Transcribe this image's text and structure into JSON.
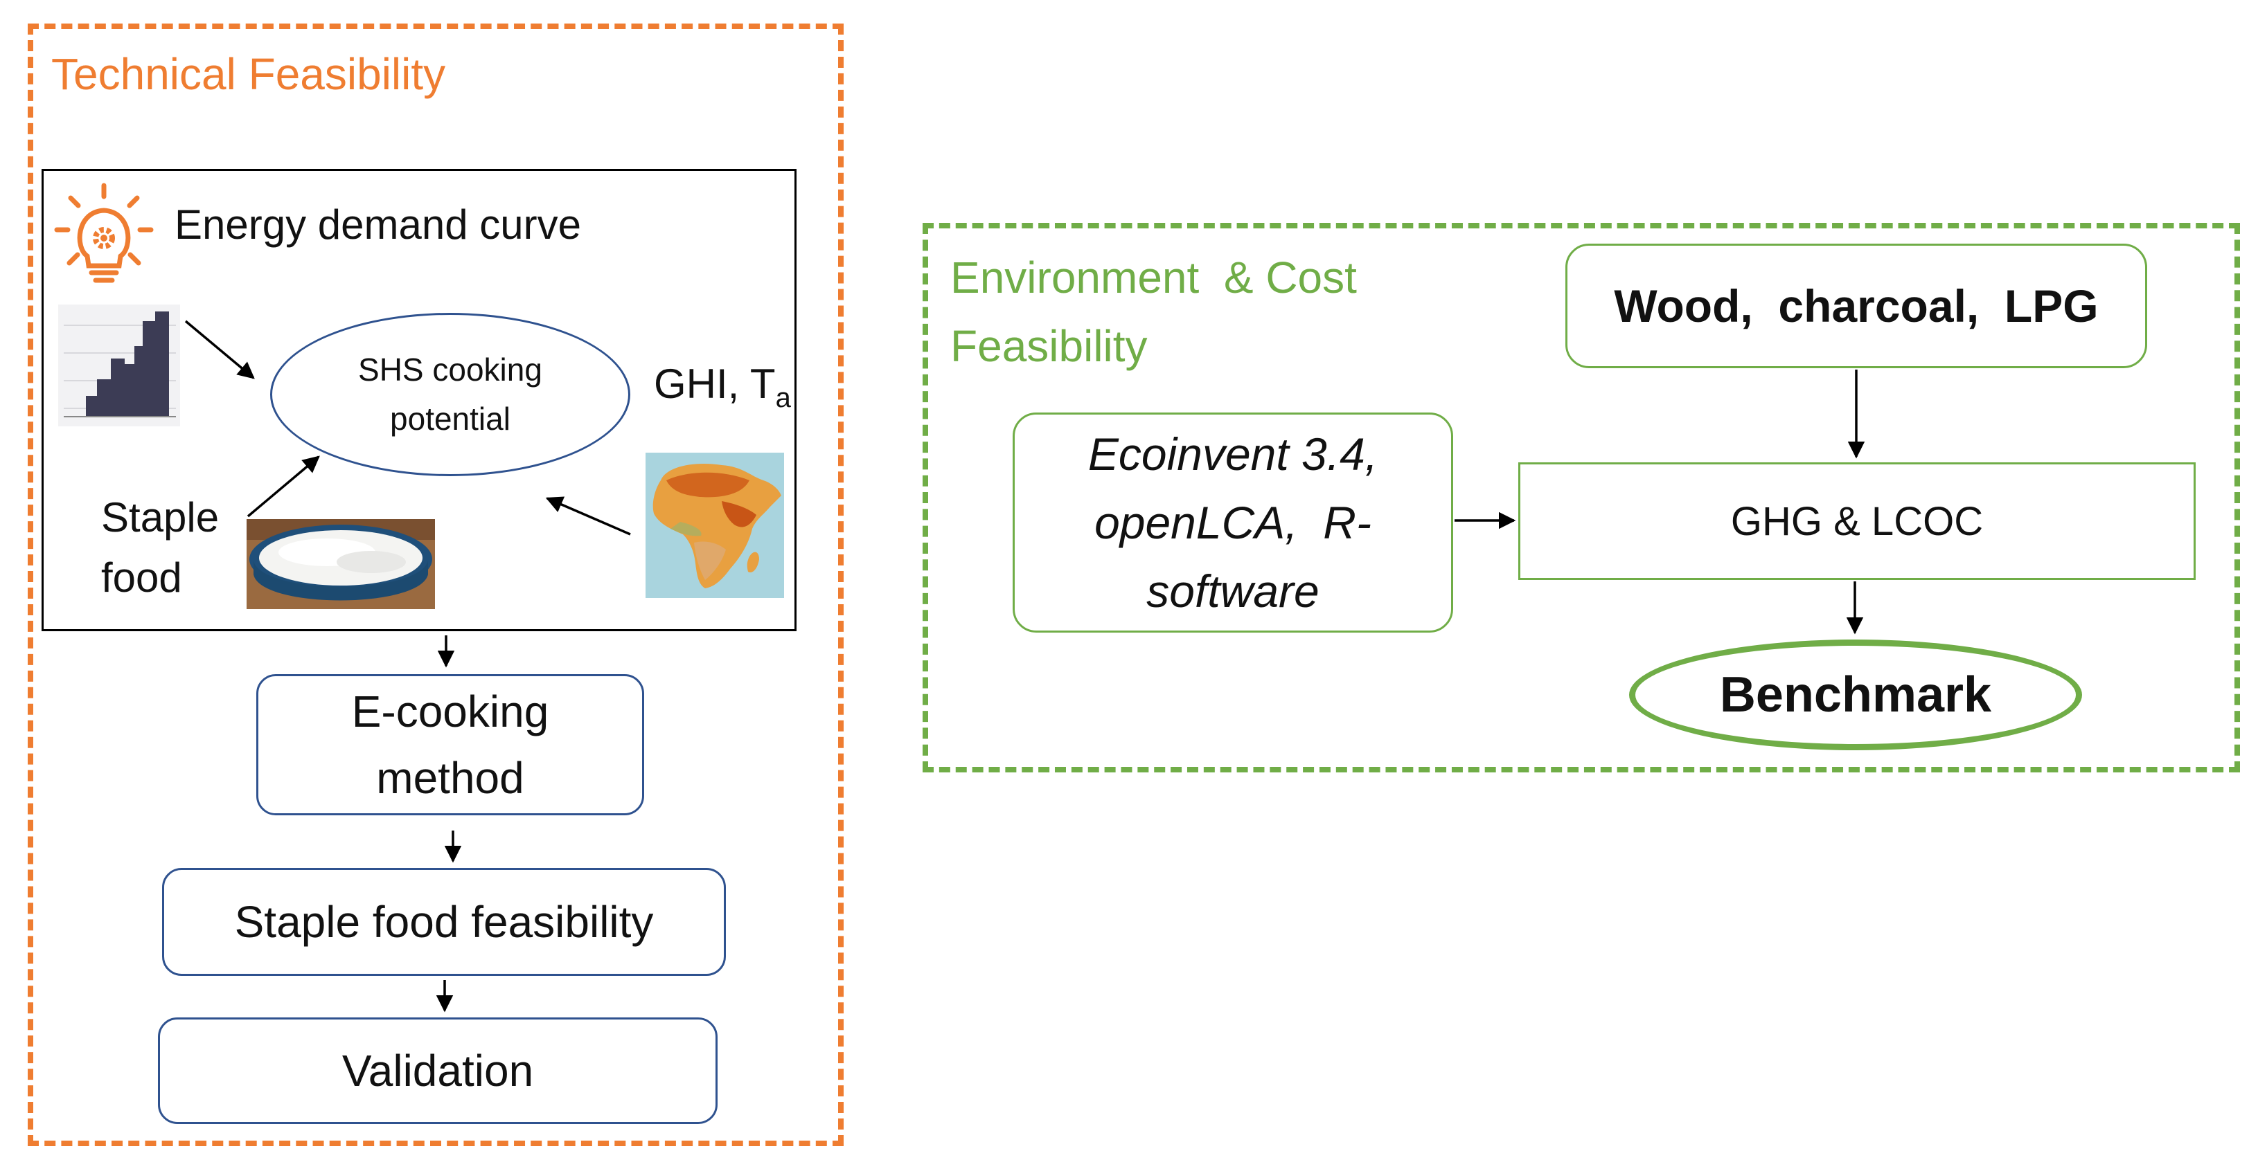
{
  "technical": {
    "title": "Technical Feasibility",
    "energy_title": "Energy demand curve",
    "shs_line1": "SHS cooking",
    "shs_line2": "potential",
    "ghi_text": "GHI, T",
    "ghi_sub": "a",
    "staple_line1": "Staple",
    "staple_line2": "food",
    "ecooking_line1": "E-cooking",
    "ecooking_line2": "method",
    "staple_feasibility": "Staple food feasibility",
    "validation": "Validation"
  },
  "environment": {
    "title_line1": "Environment  & Cost",
    "title_line2": "Feasibility",
    "fuels": "Wood,  charcoal,  LPG",
    "tools_line1": "Ecoinvent 3.4,",
    "tools_line2": "openLCA,  R-",
    "tools_line3": "software",
    "ghg": "GHG & LCOC",
    "benchmark": "Benchmark"
  },
  "colors": {
    "orange": "#ef7d31",
    "green": "#70ad47",
    "blue_border": "#2f528f"
  },
  "icons": [
    "lightbulb-gear-icon",
    "demand-chart-image",
    "rice-bowl-image",
    "africa-ghi-map-image"
  ]
}
